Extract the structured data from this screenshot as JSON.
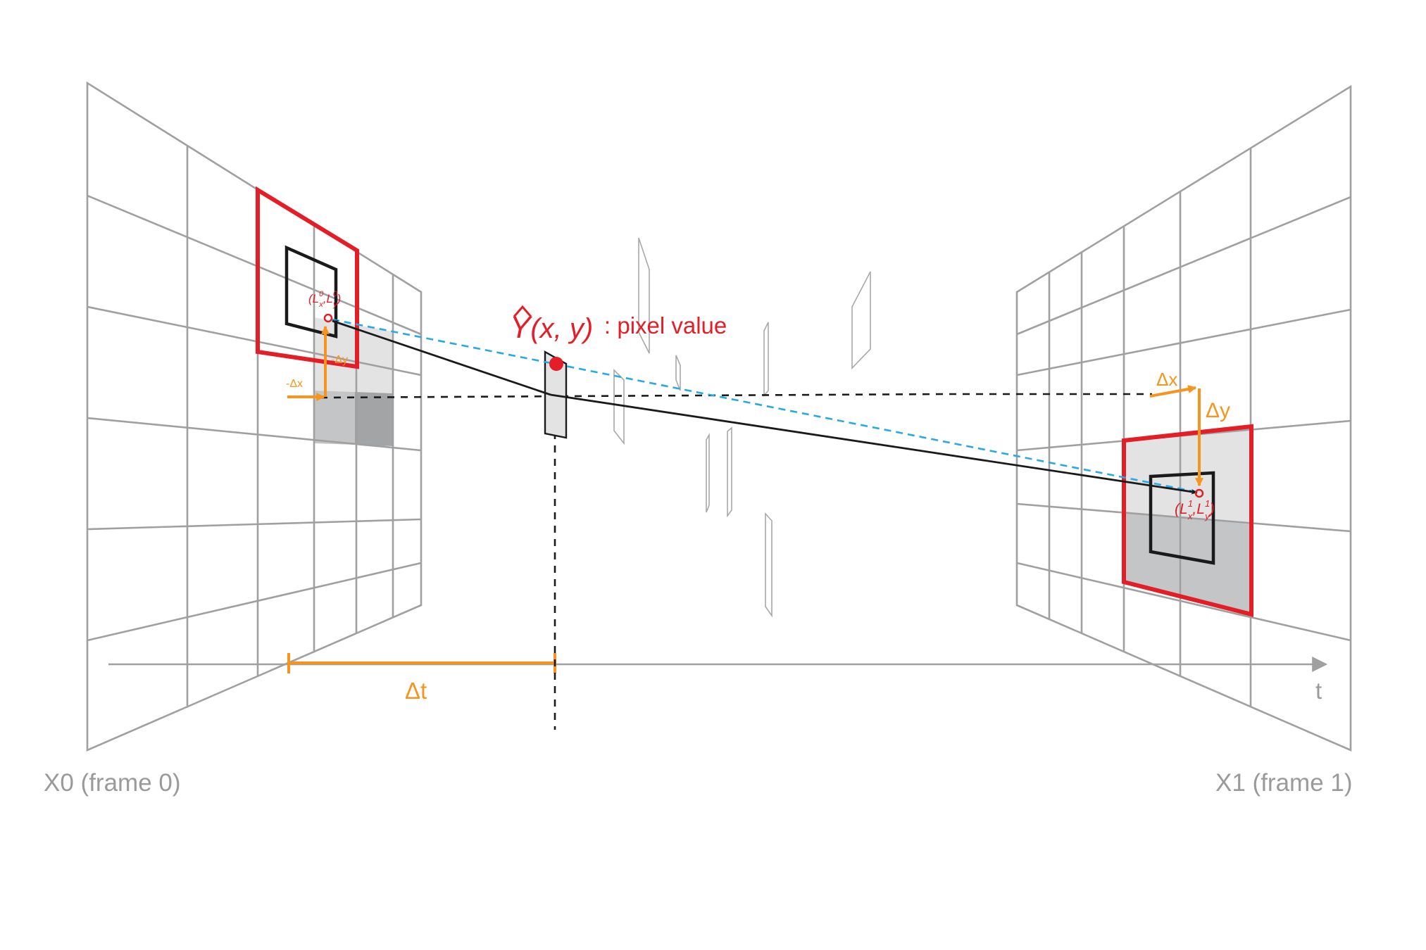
{
  "labels": {
    "frame0": "X0 (frame 0)",
    "frame1": "X1 (frame 1)",
    "time_axis": "t",
    "delta_t": "Δt",
    "pixel_value_text": ": pixel value",
    "y_hat_symbol": "Y",
    "y_hat_args": "(x, y)",
    "left_delta_x": "-Δx",
    "left_delta_y": "-Δy",
    "right_delta_x": "Δx",
    "right_delta_y": "Δy",
    "left_point": {
      "open": "(",
      "L": "L",
      "sub_x": "x",
      "sup0": "0",
      "comma": ",",
      "sub_y": "y",
      "close": ")"
    },
    "right_point": {
      "open": "(",
      "L": "L",
      "sub_x": "x",
      "sup1": "1",
      "comma": ",",
      "sub_y": "y",
      "close": ")"
    }
  },
  "colors": {
    "grid": "#a0a0a0",
    "red": "#e41e26",
    "orange": "#f7941d",
    "blue": "#27aae1",
    "black": "#1a1a1a",
    "label_gray": "#9a9a9a"
  }
}
